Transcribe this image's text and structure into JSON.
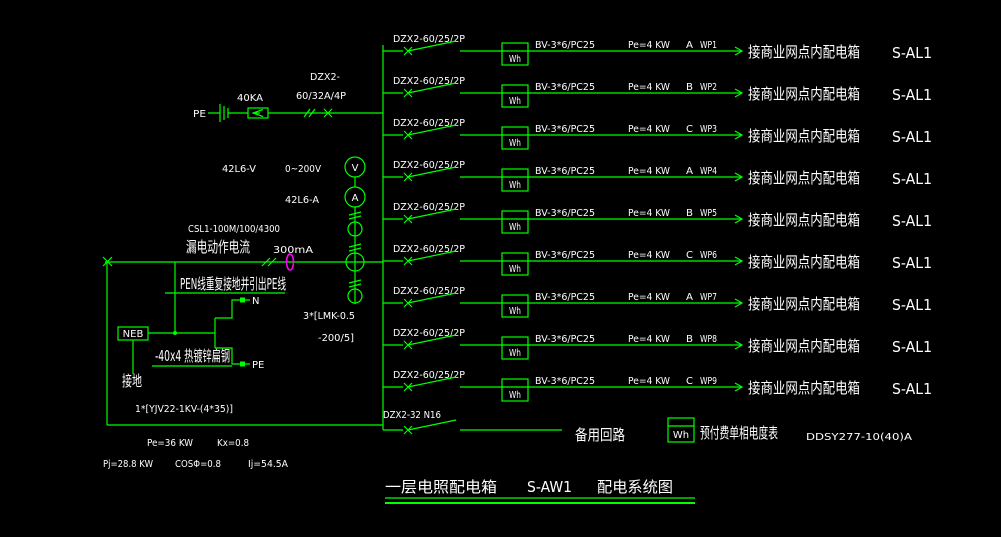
{
  "colors": {
    "background": "#000000",
    "line": "#00ff00",
    "text": "#ffffff",
    "label": "#ffffff",
    "sensor": "#ff00ff"
  },
  "meter_symbol": "Wh",
  "incoming": {
    "pe_label": "PE",
    "spd_rating": "40KA",
    "main_breaker_line1": "DZX2-",
    "main_breaker_line2": "60/32A/4P",
    "voltmeter_model": "42L6-V",
    "voltmeter_range": "0~200V",
    "voltmeter_symbol": "V",
    "ammeter_model": "42L6-A",
    "ammeter_symbol": "A",
    "rcd_model": "CSL1-100M/100/4300",
    "rcd_label": "漏电动作电流",
    "rcd_current": "300mA",
    "ct_line1": "3*[LMK-0.5",
    "ct_line2": "-200/5]",
    "pen_note": "PEN线重复接地并引出PE线",
    "n_label": "N",
    "pe_terminal": "PE",
    "neb_label": "NEB",
    "steel_note": "-40x4 热镀锌扁钢",
    "ground_note": "接地",
    "cable": "1*[YJV22-1KV-(4*35)]"
  },
  "load_calc": {
    "pe": "Pe=36 KW",
    "kx": "Kx=0.8",
    "pj": "Pj=28.8 KW",
    "cos": "COSΦ=0.8",
    "ij": "Ij=54.5A"
  },
  "circuits": [
    {
      "breaker": "DZX2-60/25/2P",
      "cable": "BV-3*6/PC25",
      "power": "Pe=4 KW",
      "phase": "A",
      "id": "WP1",
      "destination": "接商业网点内配电箱",
      "panel": "S-AL1"
    },
    {
      "breaker": "DZX2-60/25/2P",
      "cable": "BV-3*6/PC25",
      "power": "Pe=4 KW",
      "phase": "B",
      "id": "WP2",
      "destination": "接商业网点内配电箱",
      "panel": "S-AL1"
    },
    {
      "breaker": "DZX2-60/25/2P",
      "cable": "BV-3*6/PC25",
      "power": "Pe=4 KW",
      "phase": "C",
      "id": "WP3",
      "destination": "接商业网点内配电箱",
      "panel": "S-AL1"
    },
    {
      "breaker": "DZX2-60/25/2P",
      "cable": "BV-3*6/PC25",
      "power": "Pe=4 KW",
      "phase": "A",
      "id": "WP4",
      "destination": "接商业网点内配电箱",
      "panel": "S-AL1"
    },
    {
      "breaker": "DZX2-60/25/2P",
      "cable": "BV-3*6/PC25",
      "power": "Pe=4 KW",
      "phase": "B",
      "id": "WP5",
      "destination": "接商业网点内配电箱",
      "panel": "S-AL1"
    },
    {
      "breaker": "DZX2-60/25/2P",
      "cable": "BV-3*6/PC25",
      "power": "Pe=4 KW",
      "phase": "C",
      "id": "WP6",
      "destination": "接商业网点内配电箱",
      "panel": "S-AL1"
    },
    {
      "breaker": "DZX2-60/25/2P",
      "cable": "BV-3*6/PC25",
      "power": "Pe=4 KW",
      "phase": "A",
      "id": "WP7",
      "destination": "接商业网点内配电箱",
      "panel": "S-AL1"
    },
    {
      "breaker": "DZX2-60/25/2P",
      "cable": "BV-3*6/PC25",
      "power": "Pe=4 KW",
      "phase": "B",
      "id": "WP8",
      "destination": "接商业网点内配电箱",
      "panel": "S-AL1"
    },
    {
      "breaker": "DZX2-60/25/2P",
      "cable": "BV-3*6/PC25",
      "power": "Pe=4 KW",
      "phase": "C",
      "id": "WP9",
      "destination": "接商业网点内配电箱",
      "panel": "S-AL1"
    }
  ],
  "spare": {
    "breaker": "DZX2-32 N16",
    "label": "备用回路"
  },
  "legend": {
    "symbol": "Wh",
    "description": "预付费单相电度表",
    "model": "DDSY277-10(40)A"
  },
  "title": {
    "name": "一层电照配电箱",
    "code": "S-AW1",
    "suffix": "配电系统图"
  }
}
